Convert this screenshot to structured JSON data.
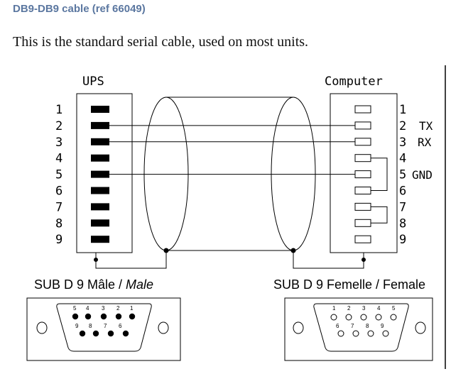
{
  "heading": "DB9-DB9 cable (ref 66049)",
  "intro": "This is the standard serial cable, used on most units.",
  "diagram": {
    "left_title": "UPS",
    "right_title": "Computer",
    "pin_numbers": [
      "1",
      "2",
      "3",
      "4",
      "5",
      "6",
      "7",
      "8",
      "9"
    ],
    "signal_labels": {
      "tx": "TX",
      "rx": "RX",
      "gnd": "GND"
    },
    "wired_pins": [
      2,
      3,
      5
    ],
    "jumpers": [
      [
        4,
        6
      ],
      [
        7,
        8
      ]
    ],
    "left_connector_caption_main": "SUB D 9 Mâle / ",
    "left_connector_caption_italic": "Male",
    "right_connector_caption": "SUB D 9 Femelle / Female",
    "male_top_row_numbers": [
      "5",
      "4",
      "3",
      "2",
      "1"
    ],
    "male_bottom_row_numbers": [
      "9",
      "8",
      "7",
      "6"
    ],
    "female_top_row_numbers": [
      "1",
      "2",
      "3",
      "4",
      "5"
    ],
    "female_bottom_row_numbers": [
      "6",
      "7",
      "8",
      "9"
    ]
  }
}
